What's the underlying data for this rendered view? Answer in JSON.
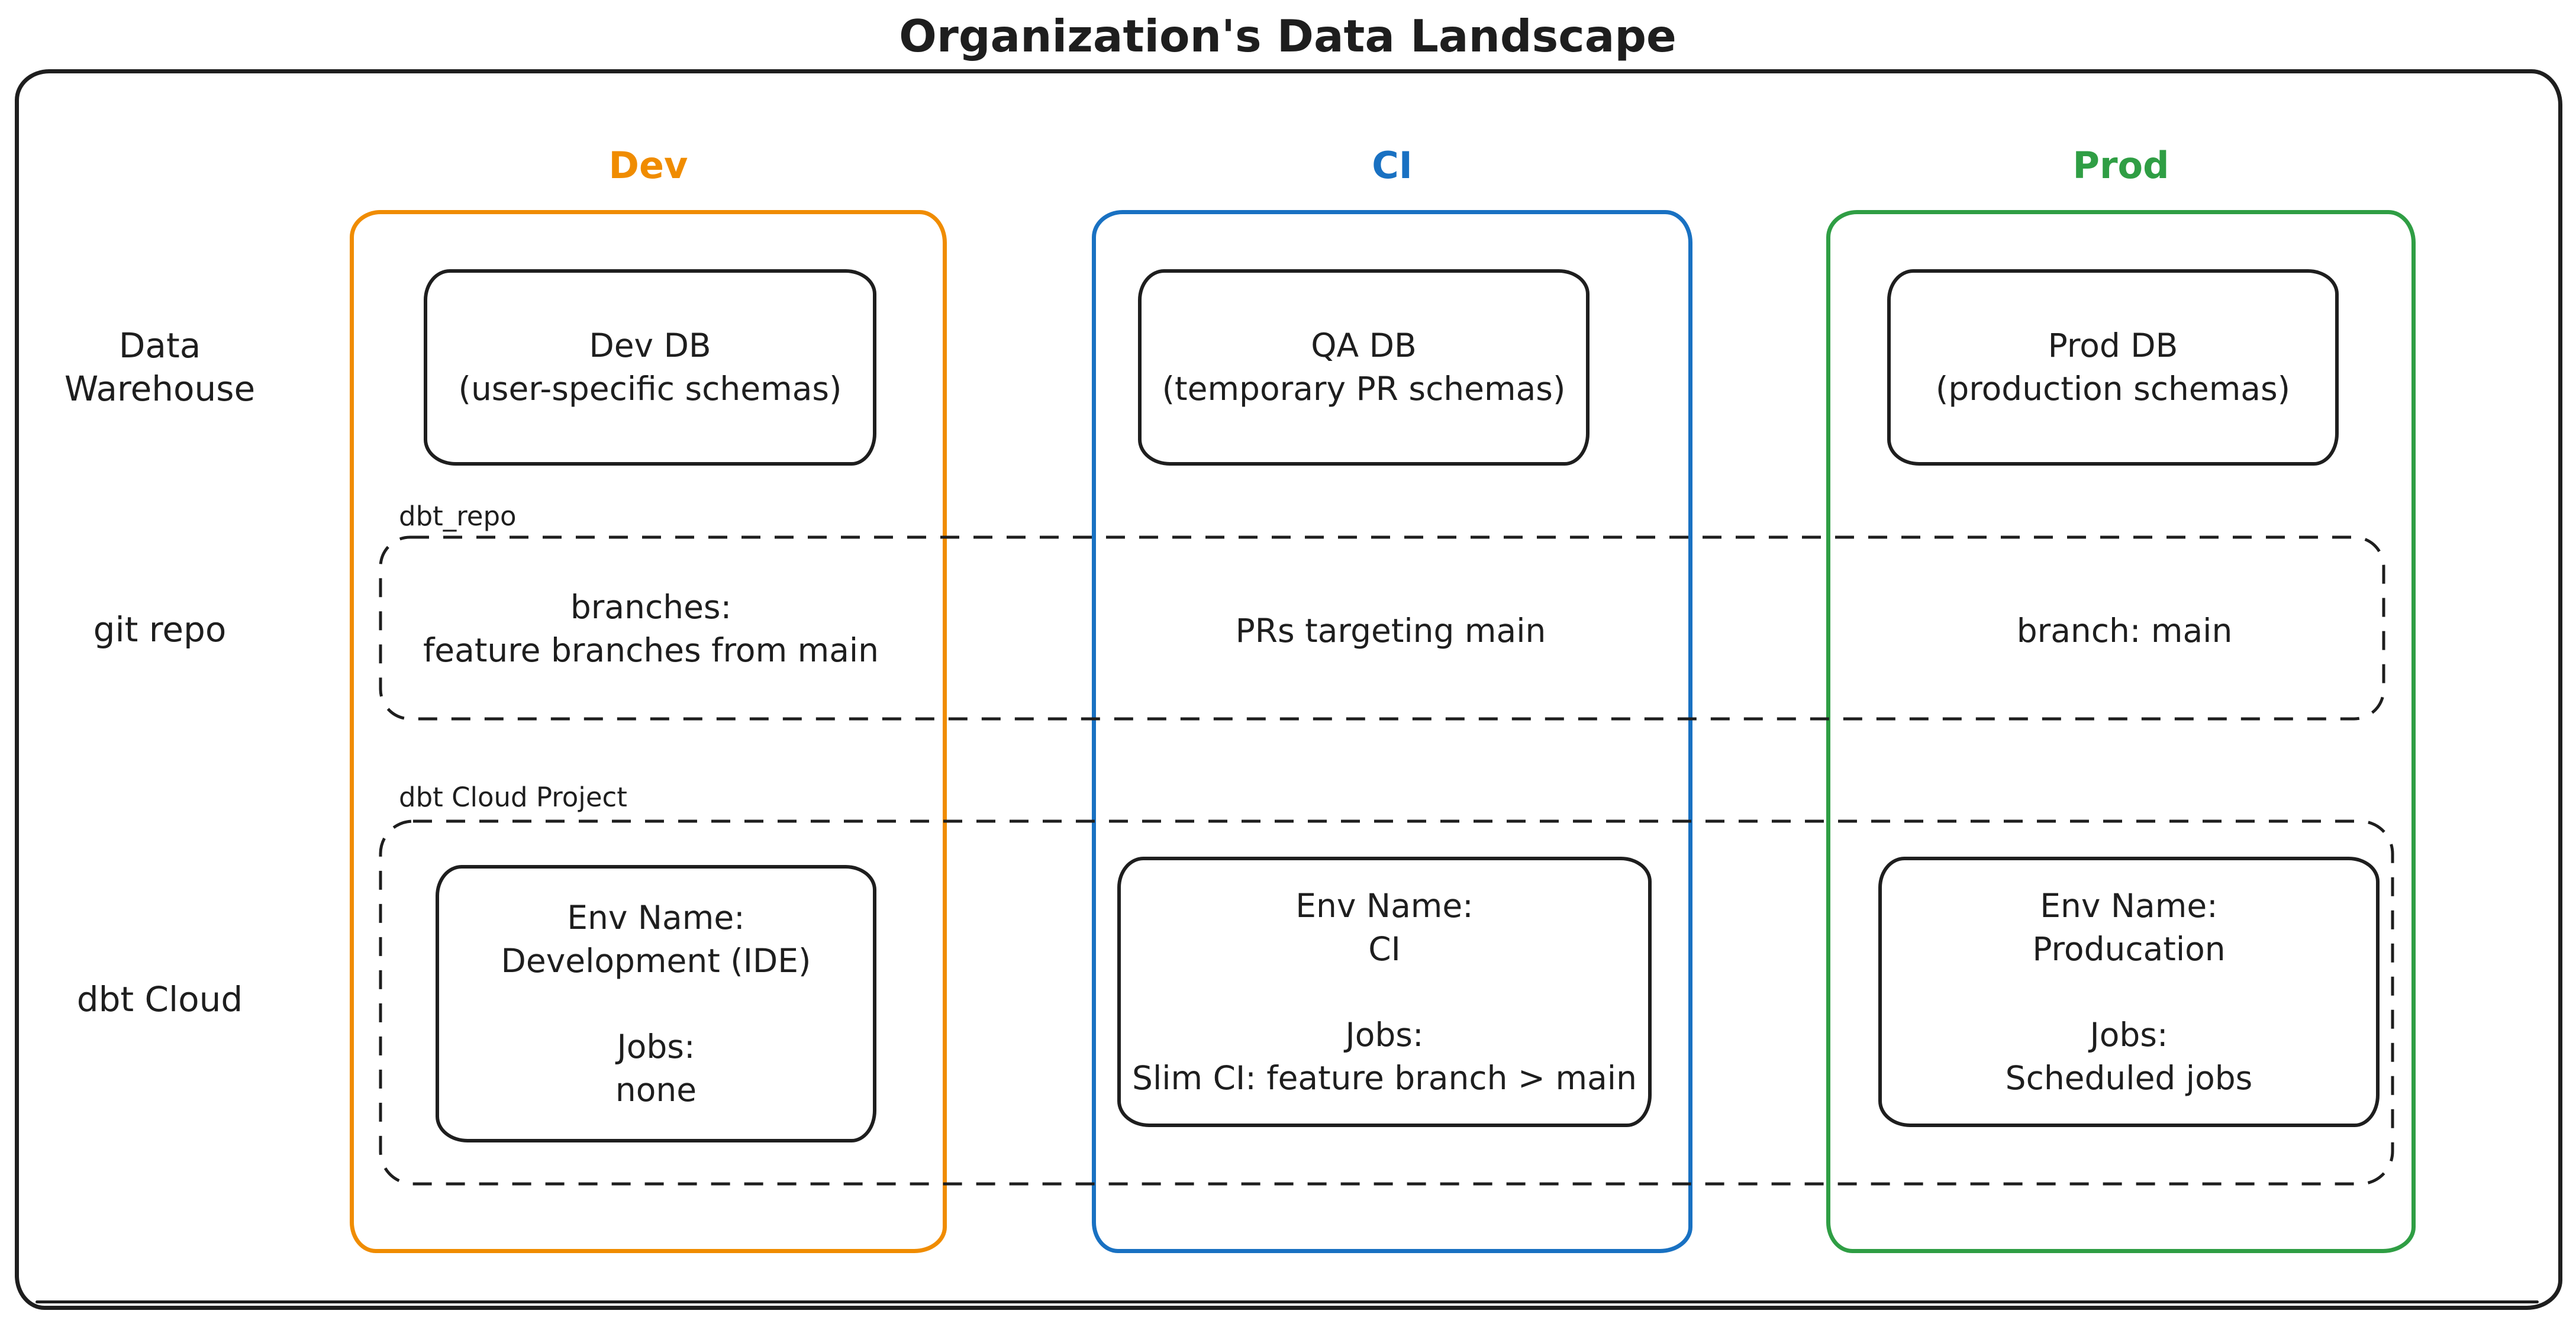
{
  "title": "Organization's Data Landscape",
  "colors": {
    "ink": "#1e1e1e",
    "dev_accent": "#f08c00",
    "ci_accent": "#1971c2",
    "prod_accent": "#2f9e44"
  },
  "column_headers": {
    "dev": "Dev",
    "ci": "CI",
    "prod": "Prod"
  },
  "row_labels": {
    "data_warehouse_line1": "Data",
    "data_warehouse_line2": "Warehouse",
    "git_repo": "git repo",
    "dbt_cloud": "dbt Cloud"
  },
  "warehouse_row": {
    "dev": {
      "line1": "Dev DB",
      "line2": "(user-specific schemas)"
    },
    "ci": {
      "line1": "QA DB",
      "line2": "(temporary PR schemas)"
    },
    "prod": {
      "line1": "Prod DB",
      "line2": "(production schemas)"
    }
  },
  "git_row": {
    "container_label": "dbt_repo",
    "dev": {
      "line1": "branches:",
      "line2": "feature branches from main"
    },
    "ci": {
      "line1": "PRs targeting main"
    },
    "prod": {
      "line1": "branch: main"
    }
  },
  "dbt_row": {
    "container_label": "dbt Cloud Project",
    "dev": {
      "env_label": "Env Name:",
      "env_value": "Development (IDE)",
      "jobs_label": "Jobs:",
      "jobs_value": "none"
    },
    "ci": {
      "env_label": "Env Name:",
      "env_value": "CI",
      "jobs_label": "Jobs:",
      "jobs_value": "Slim CI: feature branch > main"
    },
    "prod": {
      "env_label": "Env Name:",
      "env_value": "Producation",
      "jobs_label": "Jobs:",
      "jobs_value": "Scheduled jobs"
    }
  }
}
